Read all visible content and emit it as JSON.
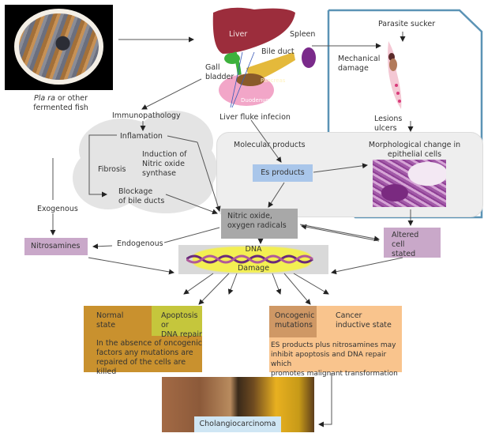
{
  "figure": {
    "source": {
      "caption_italic": "Pla ra",
      "caption_rest": " or other",
      "caption_line2": "fermented fish"
    },
    "anatomy": {
      "liver": "Liver",
      "spleen": "Spleen",
      "bile_duct": "Bile duct",
      "gall_bladder_1": "Gall",
      "gall_bladder_2": "bladder",
      "pancreas": "Pancreas",
      "duodenum": "Duodenum",
      "infection": "Liver fluke infecion"
    },
    "mechanical": {
      "parasite_sucker": "Parasite sucker",
      "mechanical_1": "Mechanical",
      "mechanical_2": "damage",
      "lesions": "Lesions",
      "ulcers": "ulcers",
      "morph_1": "Morphological change in",
      "morph_2": "epithelial cells"
    },
    "immuno": {
      "immunopathology": "Immunopathology",
      "inflammation": "Inflamation",
      "induction_1": "Induction of",
      "induction_2": "Nitric oxide",
      "induction_3": "synthase",
      "fibrosis": "Fibrosis",
      "blockage_1": "Blockage",
      "blockage_2": "of bile ducts"
    },
    "molecular": {
      "label": "Molecular products",
      "es_products": "Es products"
    },
    "nitric": {
      "line1": "Nitric oxide,",
      "line2": "oxygen radicals"
    },
    "exogenous": "Exogenous",
    "endogenous": "Endogenous",
    "nitrosamines": "Nitrosamines",
    "altered": {
      "line1": "Altered cell",
      "line2": "stated"
    },
    "dna": {
      "top": "DNA",
      "bottom": "Damage"
    },
    "normal": {
      "state_1": "Normal",
      "state_2": "state",
      "apoptosis_1": "Apoptosis or",
      "apoptosis_2": "DNA repair",
      "desc_1": "In the absence of oncogenic",
      "desc_2": "factors any mutations are",
      "desc_3": "repaired of the cells are killed"
    },
    "cancer": {
      "onco_1": "Oncogenic",
      "onco_2": "mutations",
      "state_1": "Cancer",
      "state_2": "inductive state",
      "desc_1": "ES products plus nitrosamines may",
      "desc_2": "inhibit apoptosis and DNA repair which",
      "desc_3": "promotes malignant transformation"
    },
    "outcome": "Cholangiocarcinoma"
  },
  "colors": {
    "frame_blue": "#5b93b5",
    "es_box": "#a9c6ea",
    "nitric_box": "#a8a8a8",
    "purple_box": "#c9a8c9",
    "normal_box": "#c9912e",
    "apoptosis_box": "#c5c63c",
    "cancer_box": "#f9c48d",
    "onco_box": "#cf9865",
    "chol_box": "#cfe6f4"
  }
}
